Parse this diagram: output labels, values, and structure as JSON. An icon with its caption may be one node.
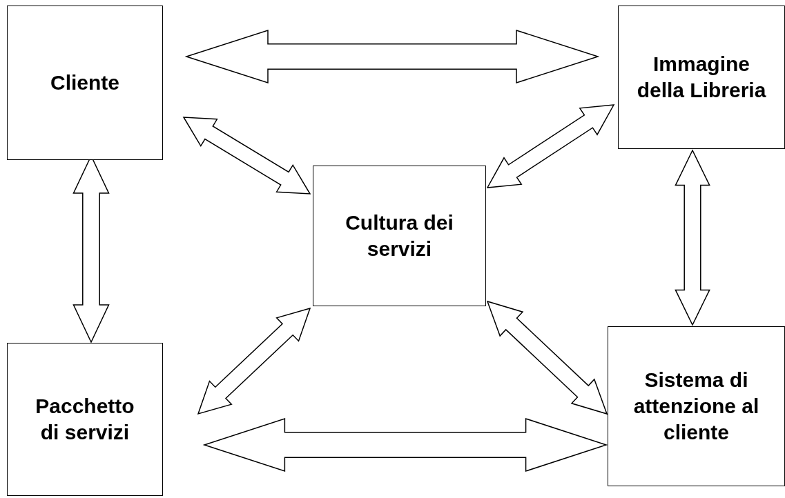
{
  "diagram": {
    "nodes": [
      {
        "text": [
          "Cliente"
        ]
      },
      {
        "text": [
          "Immagine della Libreria"
        ]
      },
      {
        "text": [
          "Cultura dei servizi"
        ]
      },
      {
        "text": [
          "Pacchetto di servizi"
        ]
      },
      {
        "text": [
          "Sistema di attenzione al cliente"
        ]
      }
    ],
    "edges": [
      {
        "from": 0,
        "to": 1,
        "arrow": "both"
      },
      {
        "from": 0,
        "to": 2,
        "arrow": "both"
      },
      {
        "from": 1,
        "to": 2,
        "arrow": "both"
      },
      {
        "from": 0,
        "to": 3,
        "arrow": "both"
      },
      {
        "from": 1,
        "to": 4,
        "arrow": "both"
      },
      {
        "from": 2,
        "to": 3,
        "arrow": "both"
      },
      {
        "from": 2,
        "to": 4,
        "arrow": "both"
      },
      {
        "from": 3,
        "to": 4,
        "arrow": "both"
      }
    ]
  }
}
